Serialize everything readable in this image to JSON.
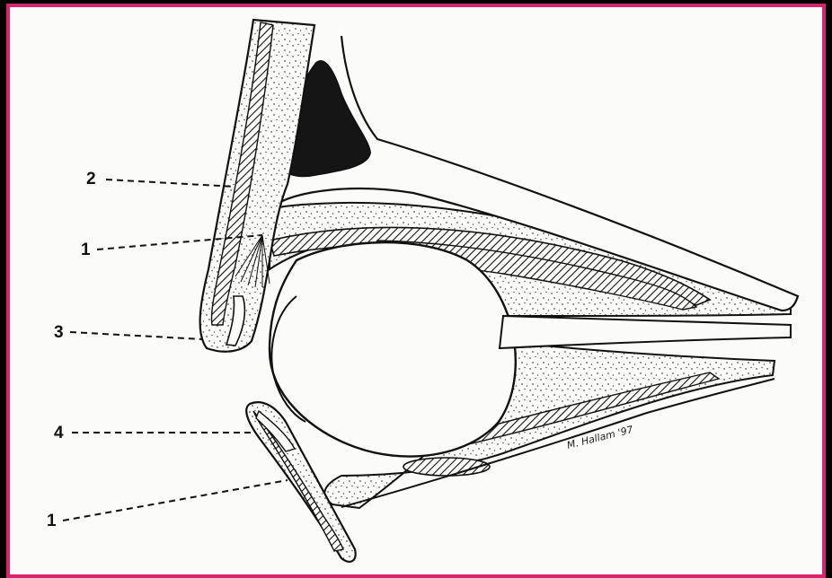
{
  "figure": {
    "type": "anatomical cross-section line drawing",
    "colors": {
      "frame": "#d8246e",
      "background": "#000000",
      "paper": "#fbfbf9",
      "ink": "#111111",
      "stipple": "#555555"
    }
  },
  "labels": {
    "upper_1": "1",
    "upper_2": "2",
    "upper_3": "3",
    "lower_4": "4",
    "lower_1": "1"
  },
  "signature": "M. Hallam '97"
}
